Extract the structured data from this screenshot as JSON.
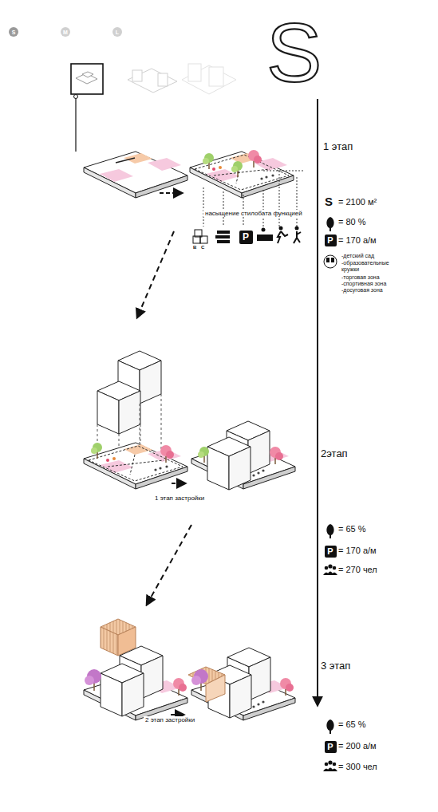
{
  "diagram": {
    "title": "S",
    "nodes": [
      {
        "text": [
          "S"
        ]
      },
      {
        "text": [
          "M"
        ]
      },
      {
        "text": [
          "L"
        ]
      },
      {
        "text": [
          "P"
        ]
      },
      {
        "text": [
          "P"
        ]
      },
      {
        "text": [
          "P"
        ]
      },
      {
        "text": [
          "P"
        ]
      }
    ],
    "labels": [
      "1 этап",
      "насыщение стилобата функцией",
      "B",
      "C",
      "S",
      "= 2100 м²",
      "= 80 %",
      "= 170 а/м",
      "-детский сад",
      "-образовательные кружки",
      "-торговая зона",
      "-спортивная зона",
      "-досуговая зона",
      "2этап",
      "1 этап застройки",
      "= 65 %",
      "= 170 а/м",
      "= 270 чел",
      "3 этап",
      "2 этап застройки",
      "= 65 %",
      "= 200 а/м",
      "= 300 чел"
    ]
  }
}
